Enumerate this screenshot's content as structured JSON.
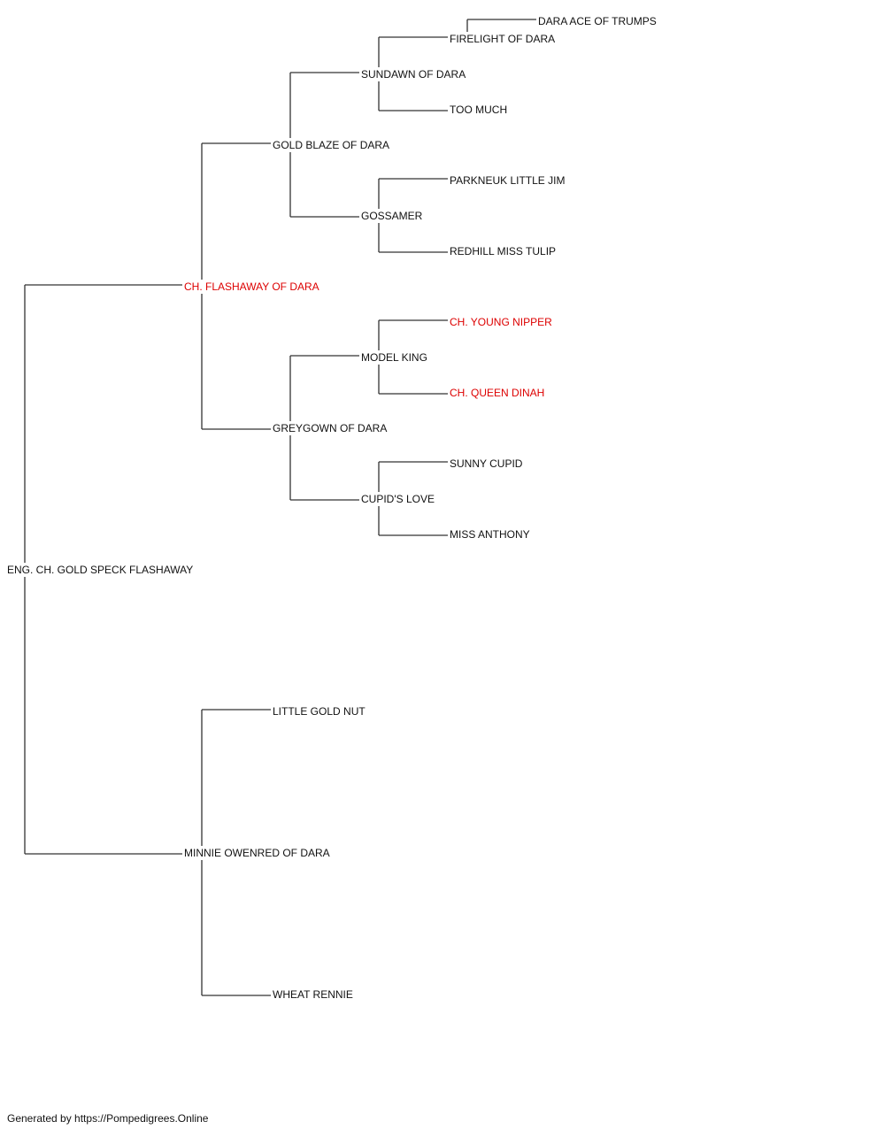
{
  "pedigree": {
    "subject": {
      "name": "ENG. CH. GOLD SPECK FLASHAWAY",
      "champion": false
    },
    "sire": {
      "name": "CH. FLASHAWAY OF DARA",
      "champion": true
    },
    "dam": {
      "name": "MINNIE OWENRED OF DARA",
      "champion": false
    },
    "sire_sire": {
      "name": "GOLD BLAZE OF DARA",
      "champion": false
    },
    "sire_dam": {
      "name": "GREYGOWN OF DARA",
      "champion": false
    },
    "dam_sire": {
      "name": "LITTLE GOLD NUT",
      "champion": false
    },
    "dam_dam": {
      "name": "WHEAT RENNIE",
      "champion": false
    },
    "ss_sire": {
      "name": "SUNDAWN OF DARA",
      "champion": false
    },
    "ss_dam": {
      "name": "GOSSAMER",
      "champion": false
    },
    "sd_sire": {
      "name": "MODEL KING",
      "champion": false
    },
    "sd_dam": {
      "name": "CUPID'S LOVE",
      "champion": false
    },
    "sss_sire": {
      "name": "FIRELIGHT OF DARA",
      "champion": false
    },
    "sss_dam": {
      "name": "TOO MUCH",
      "champion": false
    },
    "ssd_sire": {
      "name": "PARKNEUK LITTLE JIM",
      "champion": false
    },
    "ssd_dam": {
      "name": "REDHILL MISS TULIP",
      "champion": false
    },
    "sds_sire": {
      "name": "CH. YOUNG NIPPER",
      "champion": true
    },
    "sds_dam": {
      "name": "CH. QUEEN DINAH",
      "champion": true
    },
    "sdd_sire": {
      "name": "SUNNY CUPID",
      "champion": false
    },
    "sdd_dam": {
      "name": "MISS ANTHONY",
      "champion": false
    },
    "ssss_sire": {
      "name": "DARA ACE OF TRUMPS",
      "champion": false
    }
  },
  "footer": {
    "credit": "Generated by https://Pompedigrees.Online"
  },
  "colors": {
    "champion": "#dd0000",
    "normal": "#111111",
    "line": "#333333"
  }
}
